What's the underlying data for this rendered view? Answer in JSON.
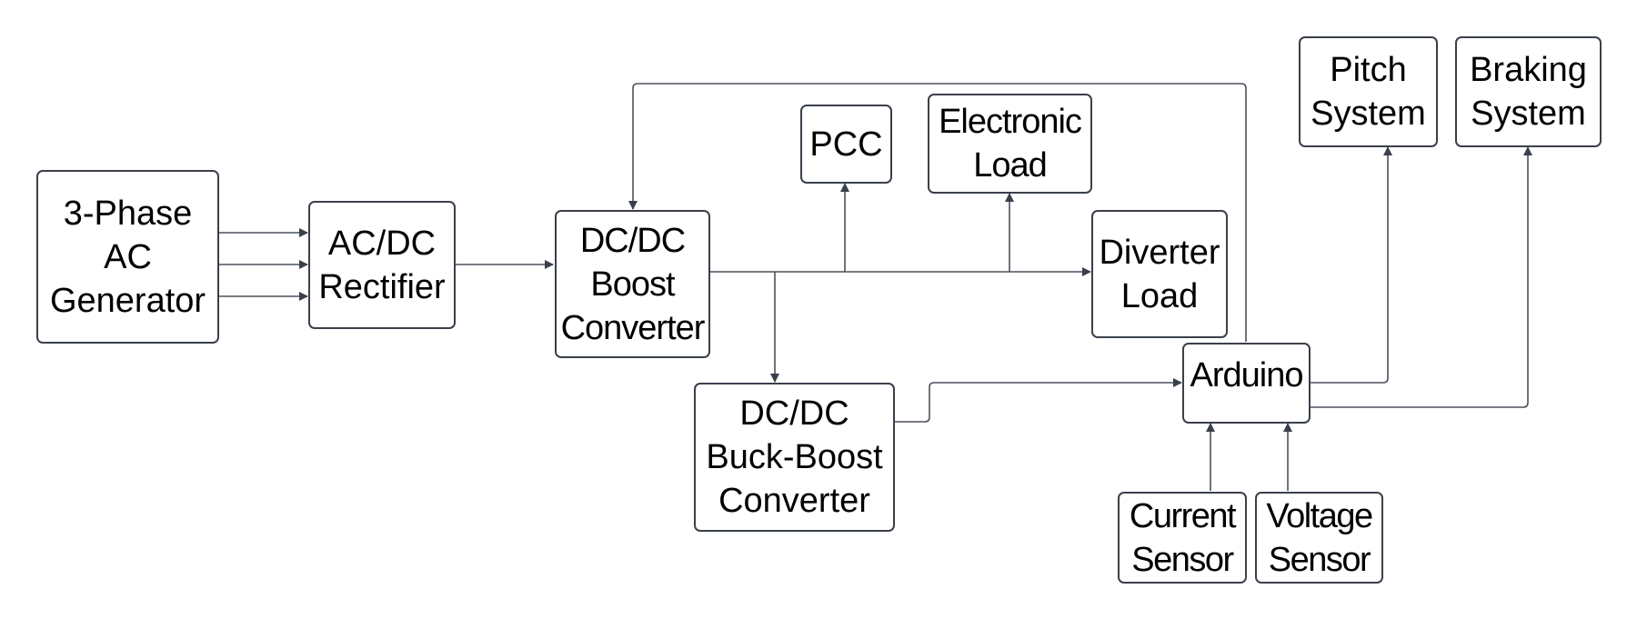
{
  "title": "Wind turbine power and control block diagram",
  "colors": {
    "stroke": "#3a404b",
    "line": "#4b525c",
    "text": "#000000",
    "background": "#ffffff"
  },
  "nodes": {
    "generator": {
      "label": "3-Phase\nAC\nGenerator"
    },
    "rectifier": {
      "label": "AC/DC\nRectifier"
    },
    "boost": {
      "label": "DC/DC\nBoost\nConverter"
    },
    "pcc": {
      "label": "PCC"
    },
    "electronic_load": {
      "label": "Electronic\nLoad"
    },
    "diverter_load": {
      "label": "Diverter\nLoad"
    },
    "buck_boost": {
      "label": "DC/DC\nBuck-Boost\nConverter"
    },
    "arduino": {
      "label": "Arduino"
    },
    "pitch": {
      "label": "Pitch\nSystem"
    },
    "braking": {
      "label": "Braking\nSystem"
    },
    "current_sensor": {
      "label": "Current\nSensor"
    },
    "voltage_sensor": {
      "label": "Voltage\nSensor"
    }
  },
  "connections": [
    {
      "from": "generator",
      "to": "rectifier",
      "phase": 1
    },
    {
      "from": "generator",
      "to": "rectifier",
      "phase": 2
    },
    {
      "from": "generator",
      "to": "rectifier",
      "phase": 3
    },
    {
      "from": "rectifier",
      "to": "boost"
    },
    {
      "from": "boost",
      "to": "pcc"
    },
    {
      "from": "boost",
      "to": "electronic_load"
    },
    {
      "from": "boost",
      "to": "diverter_load"
    },
    {
      "from": "boost",
      "to": "buck_boost"
    },
    {
      "from": "buck_boost",
      "to": "arduino"
    },
    {
      "from": "arduino",
      "to": "boost"
    },
    {
      "from": "arduino",
      "to": "pitch"
    },
    {
      "from": "arduino",
      "to": "braking"
    },
    {
      "from": "current_sensor",
      "to": "arduino"
    },
    {
      "from": "voltage_sensor",
      "to": "arduino"
    }
  ]
}
